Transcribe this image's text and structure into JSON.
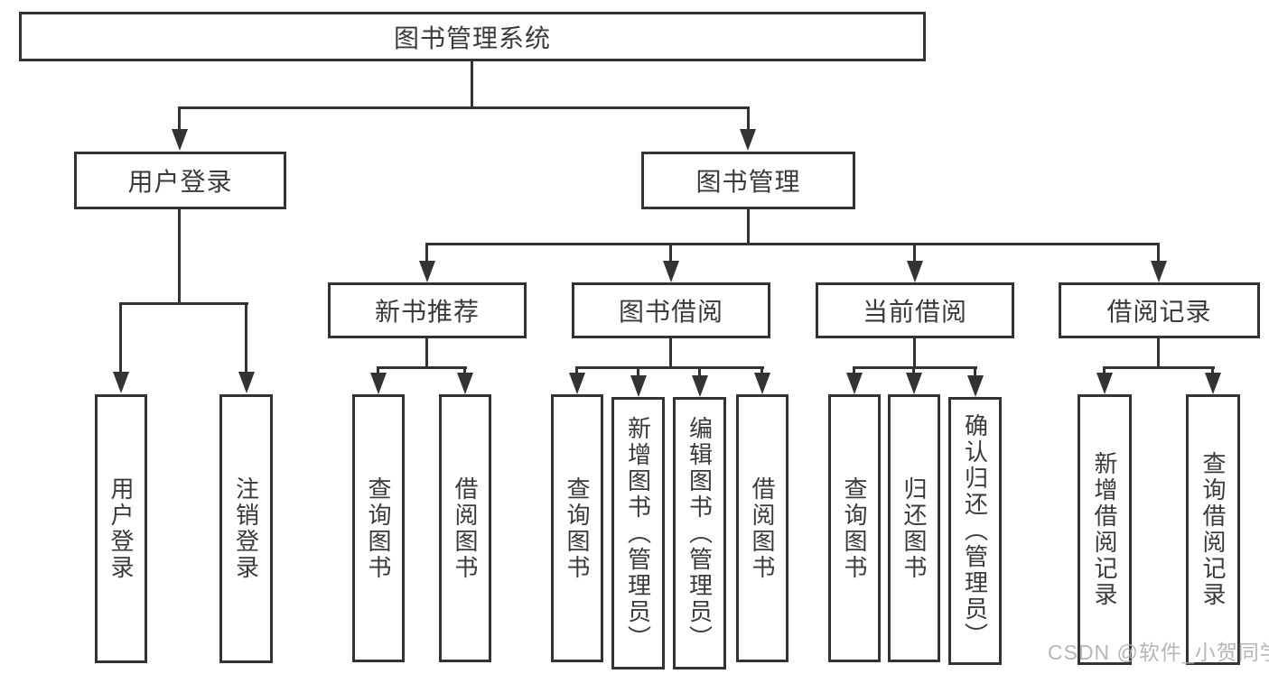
{
  "nodes": {
    "root": "图书管理系统",
    "user_login": "用户登录",
    "book_management": "图书管理",
    "login": "用户登录",
    "logout": "注销登录",
    "new_book_recommend": "新书推荐",
    "book_borrow": "图书借阅",
    "current_borrow": "当前借阅",
    "borrow_record": "借阅记录",
    "nb_query_book": "查询图书",
    "nb_borrow_book": "借阅图书",
    "bb_query_book": "查询图书",
    "bb_add_book": "新增图书（管理员）",
    "bb_edit_book": "编辑图书（管理员）",
    "bb_borrow_book": "借阅图书",
    "cb_query_book": "查询图书",
    "cb_return_book": "归还图书",
    "cb_confirm_return": "确认归还（管理员）",
    "br_add_record": "新增借阅记录",
    "br_query_record": "查询借阅记录"
  },
  "watermark": "CSDN @软件_小贺同学",
  "colors": {
    "line": "#333333",
    "box_border": "#333333",
    "box_fill": "#ffffff",
    "text": "#3a3a3a",
    "watermark": "#acaeb2",
    "background": "#ffffff"
  }
}
